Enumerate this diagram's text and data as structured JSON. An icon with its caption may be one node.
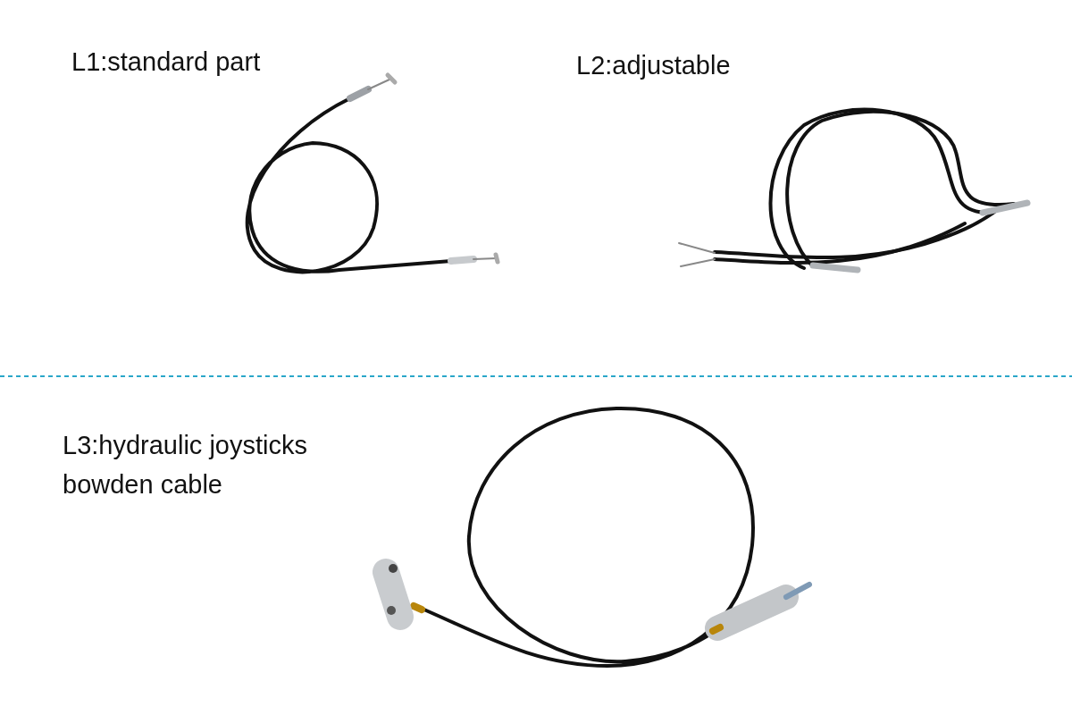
{
  "diagram": {
    "labels": [
      "L1:standard part",
      "L2:adjustable",
      "L3:hydraulic joysticks bowden cable"
    ]
  }
}
